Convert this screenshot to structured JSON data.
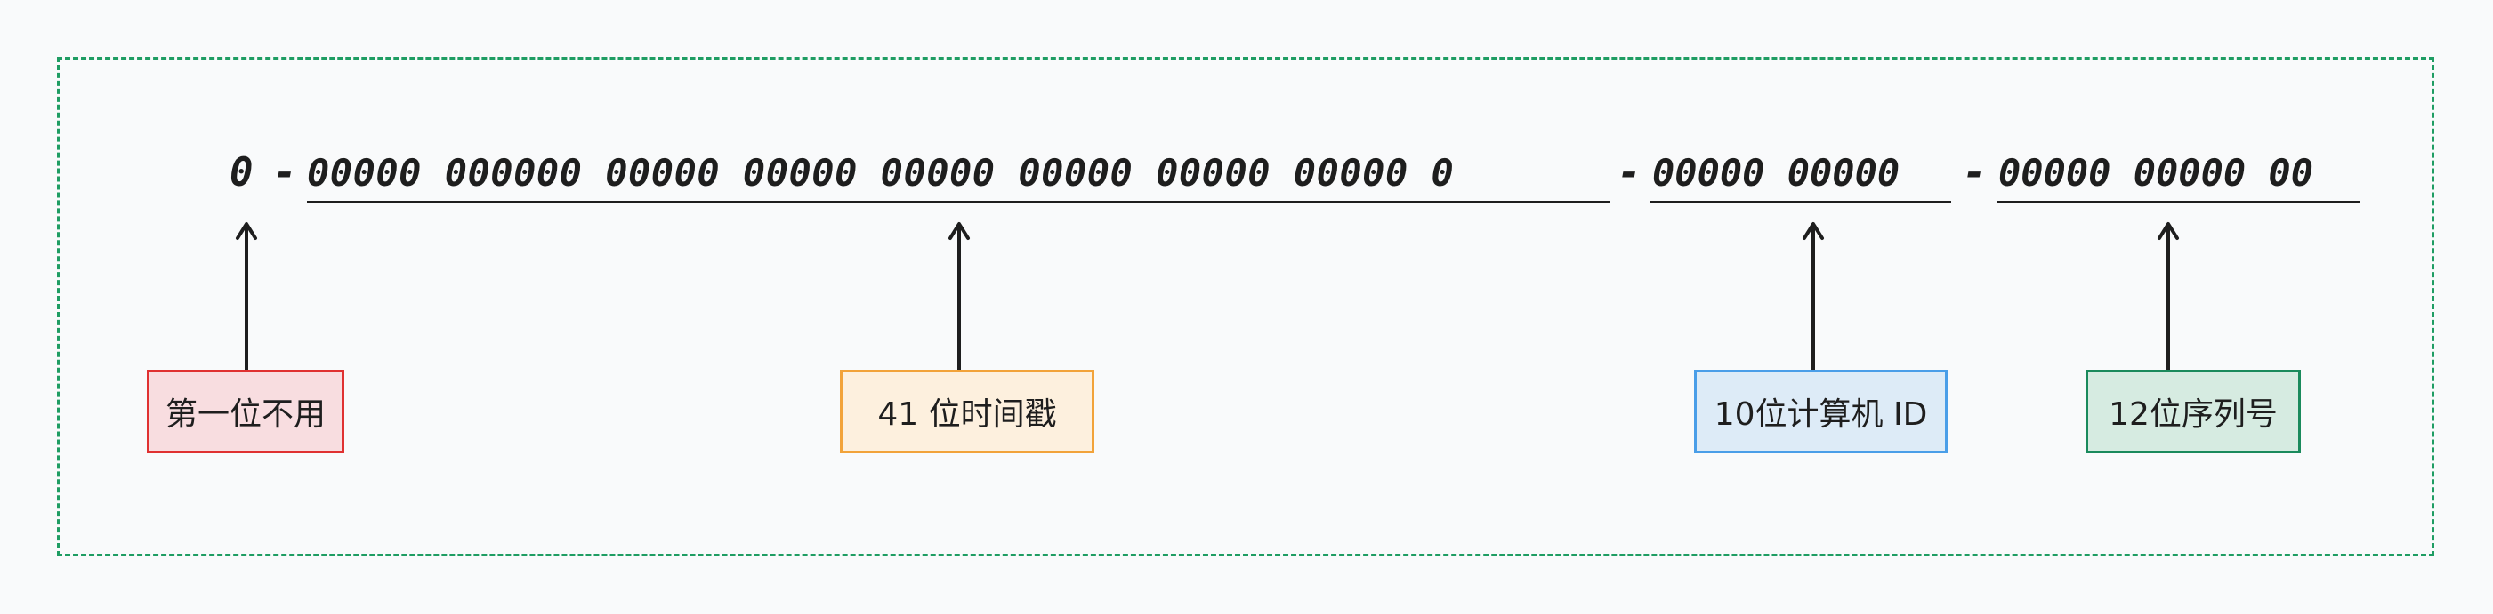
{
  "diagram": {
    "segments": {
      "sign": "0",
      "sep1": "-",
      "timestamp": "00000 000000 00000 00000 00000 00000 00000 00000 0",
      "sep2": "-",
      "machine": "00000 00000",
      "sep3": "-",
      "sequence": "00000 00000 00"
    },
    "labels": {
      "sign": "第一位不用",
      "timestamp": "41 位时间戳",
      "machine": "10位计算机 ID",
      "sequence": "12位序列号"
    },
    "colors": {
      "frame": "#1f9d63",
      "sign_border": "#e03131",
      "sign_fill": "#f8dde0",
      "timestamp_border": "#f2a33a",
      "timestamp_fill": "#fdf0de",
      "machine_border": "#4a9ee8",
      "machine_fill": "#ddebf7",
      "sequence_border": "#1a8a5c",
      "sequence_fill": "#d6ebe1",
      "ink": "#1e1e1e"
    }
  }
}
